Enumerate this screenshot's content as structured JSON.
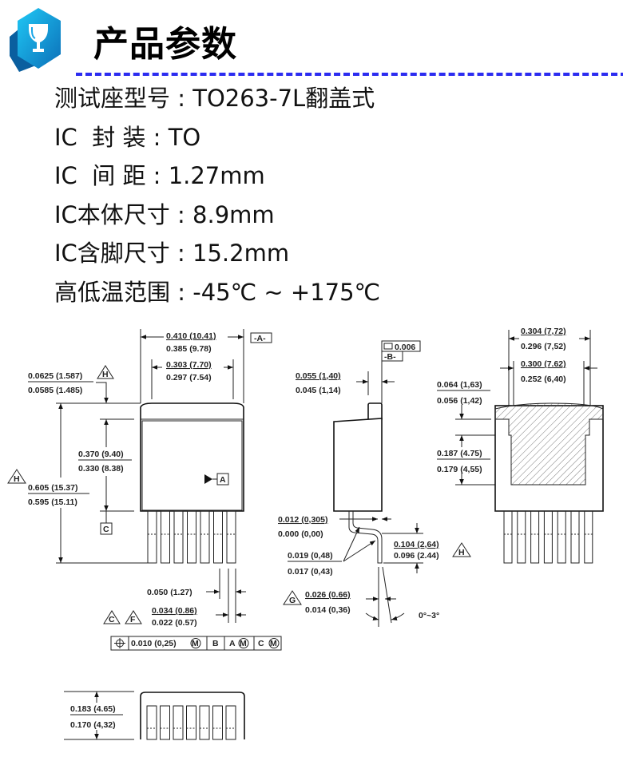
{
  "header": {
    "title": "产品参数",
    "icon": "trophy-icon",
    "accent": "#1aa7e8",
    "dash_color": "#2c2cf0"
  },
  "specs": [
    {
      "label": "测试座型号",
      "sep": " : ",
      "value": "TO263-7L翻盖式"
    },
    {
      "label": "IC  封 装",
      "sep": " : ",
      "value": "TO"
    },
    {
      "label": "IC  间 距",
      "sep": " : ",
      "value": "1.27mm"
    },
    {
      "label": "IC本体尺寸",
      "sep": " : ",
      "value": "8.9mm"
    },
    {
      "label": "IC含脚尺寸",
      "sep": " : ",
      "value": "15.2mm"
    },
    {
      "label": "高低温范围",
      "sep": " : ",
      "value": "-45℃ ~ +175℃"
    }
  ],
  "drawing": {
    "front": {
      "w_overall": [
        "0.410 (10.41)",
        "0.385 (9.78)"
      ],
      "w_inner": [
        "0.303 (7.70)",
        "0.297 (7.54)"
      ],
      "tab_h": [
        "0.0625 (1.587)",
        "0.0585 (1.485)"
      ],
      "body_h": [
        "0.370 (9.40)",
        "0.330 (8.38)"
      ],
      "total_h": [
        "0.605 (15.37)",
        "0.595 (15.11)"
      ],
      "pitch": "0.050 (1.27)",
      "lead_w": [
        "0.034 (0.86)",
        "0.022 (0.57)"
      ],
      "datum_a": "-A-",
      "datum_a_ref": "A",
      "datum_c": "C",
      "note_h": "H",
      "note_c": "C",
      "note_f": "F",
      "fcf": {
        "tol": "0.010 (0,25)",
        "m": "M",
        "b": "B",
        "a": "A",
        "c": "C"
      }
    },
    "bottom": {
      "height": [
        "0.183 (4.65)",
        "0.170 (4,32)"
      ]
    },
    "side": {
      "flatness": "0.006",
      "datum_b": "-B-",
      "tab_t": [
        "0.055 (1,40)",
        "0.045 (1,14)"
      ],
      "standoff": [
        "0.012 (0,305)",
        "0.000 (0,00)"
      ],
      "lead_t": [
        "0.019 (0,48)",
        "0.017 (0,43)"
      ],
      "lead_len": [
        "0.104 (2,64)",
        "0.096 (2.44)"
      ],
      "lead_w2": [
        "0.026 (0.66)",
        "0.014 (0,36)"
      ],
      "angle": "0°~3°",
      "note_h": "H",
      "note_g": "G"
    },
    "end": {
      "w_outer": [
        "0.304 (7,72)",
        "0.296 (7,52)"
      ],
      "w_inner": [
        "0.300 (7.62)",
        "0.252 (6,40)"
      ],
      "cap_h": [
        "0.064 (1,63)",
        "0.056 (1,42)"
      ],
      "pad_h": [
        "0.187 (4.75)",
        "0.179 (4,55)"
      ]
    }
  }
}
